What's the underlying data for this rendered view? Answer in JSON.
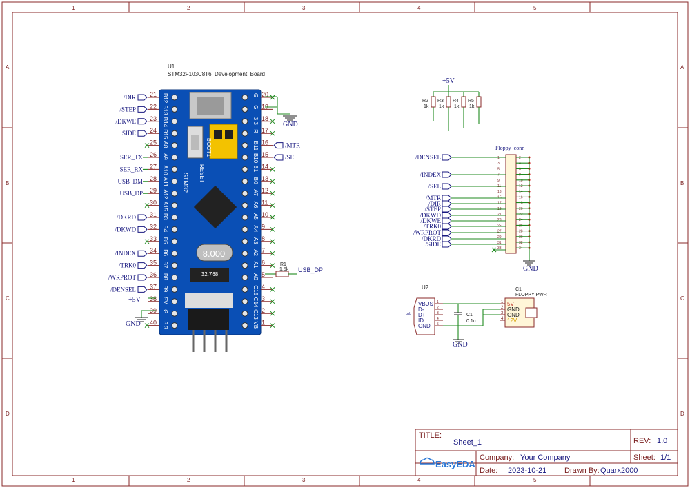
{
  "frame": {
    "columns": [
      "1",
      "2",
      "3",
      "4",
      "5"
    ],
    "rows": [
      "A",
      "B",
      "C",
      "D"
    ]
  },
  "u1": {
    "ref": "U1",
    "part": "STM32F103C8T6_Development_Board",
    "left_pins": [
      {
        "num": "21",
        "net": "/DIR"
      },
      {
        "num": "22",
        "net": "/STEP"
      },
      {
        "num": "23",
        "net": "/DKWE"
      },
      {
        "num": "24",
        "net": "SIDE"
      },
      {
        "num": "25",
        "net": ""
      },
      {
        "num": "26",
        "net": "SER_TX"
      },
      {
        "num": "27",
        "net": "SER_RX"
      },
      {
        "num": "28",
        "net": "USB_DM"
      },
      {
        "num": "29",
        "net": "USB_DP"
      },
      {
        "num": "30",
        "net": ""
      },
      {
        "num": "31",
        "net": "/DKRD"
      },
      {
        "num": "32",
        "net": "/DKWD"
      },
      {
        "num": "33",
        "net": ""
      },
      {
        "num": "34",
        "net": "/INDEX"
      },
      {
        "num": "35",
        "net": "/TRK0"
      },
      {
        "num": "36",
        "net": "/WRPROT"
      },
      {
        "num": "37",
        "net": "/DENSEL"
      },
      {
        "num": "38",
        "net": "+5V"
      },
      {
        "num": "39",
        "net": "GND"
      },
      {
        "num": "40",
        "net": ""
      }
    ],
    "right_pins": [
      {
        "num": "20",
        "net": ""
      },
      {
        "num": "19",
        "net": "GND"
      },
      {
        "num": "18",
        "net": ""
      },
      {
        "num": "17",
        "net": ""
      },
      {
        "num": "16",
        "net": "/MTR"
      },
      {
        "num": "15",
        "net": "/SEL"
      },
      {
        "num": "14",
        "net": ""
      },
      {
        "num": "13",
        "net": ""
      },
      {
        "num": "12",
        "net": ""
      },
      {
        "num": "11",
        "net": ""
      },
      {
        "num": "10",
        "net": ""
      },
      {
        "num": "9",
        "net": ""
      },
      {
        "num": "8",
        "net": ""
      },
      {
        "num": "7",
        "net": ""
      },
      {
        "num": "6",
        "net": ""
      },
      {
        "num": "5",
        "net": "USB_DP"
      },
      {
        "num": "4",
        "net": ""
      },
      {
        "num": "3",
        "net": ""
      },
      {
        "num": "2",
        "net": ""
      },
      {
        "num": "1",
        "net": ""
      }
    ],
    "board_left_labels": [
      "B12",
      "B13",
      "B14",
      "B15",
      "A8",
      "A9",
      "A10",
      "A11",
      "A12",
      "A15",
      "B3",
      "B4",
      "B5",
      "B6",
      "B7",
      "B8",
      "B9",
      "5V",
      "G",
      "3.3"
    ],
    "board_right_labels": [
      "G",
      "G",
      "3.3",
      "R",
      "B11",
      "B10",
      "B1",
      "B0",
      "A7",
      "A6",
      "A5",
      "A4",
      "A3",
      "A2",
      "A1",
      "A0",
      "C15",
      "C14",
      "C13",
      "VB"
    ],
    "crystal": "8.000",
    "crystal2": "32.768",
    "reset": "RESET",
    "boot": "BOOT1",
    "brand": "STM32"
  },
  "r1": {
    "ref": "R1",
    "value": "1.5k",
    "net": "USB_DP"
  },
  "gnd_label": "GND",
  "plus5v": "+5V",
  "pullups": [
    {
      "ref": "R2",
      "value": "1k"
    },
    {
      "ref": "R3",
      "value": "1k"
    },
    {
      "ref": "R4",
      "value": "1k"
    },
    {
      "ref": "R5",
      "value": "1k"
    }
  ],
  "floppy": {
    "name": "Floppy_conn",
    "odd_pins": [
      "1",
      "3",
      "5",
      "7",
      "9",
      "11",
      "13",
      "15",
      "17",
      "19",
      "21",
      "23",
      "25",
      "27",
      "29",
      "31",
      "33"
    ],
    "even_pins": [
      "2",
      "4",
      "6",
      "8",
      "10",
      "12",
      "14",
      "16",
      "18",
      "20",
      "22",
      "24",
      "26",
      "28",
      "30",
      "32",
      "34"
    ],
    "nets": [
      "/DENSEL",
      "/INDEX",
      "/SEL",
      "/MTR",
      "/DIR",
      "/STEP",
      "/DKWD",
      "/DKWE",
      "/TRK0",
      "/WRPROT",
      "/DKRD",
      "/SIDE"
    ]
  },
  "u2": {
    "ref": "U2",
    "pins": [
      "VBUS",
      "D-",
      "D+",
      "ID",
      "GND"
    ],
    "nums": [
      "1",
      "2",
      "3",
      "4",
      "5"
    ],
    "tag": "usb"
  },
  "c1cap": {
    "ref": "C1",
    "value": "0.1u"
  },
  "pwr": {
    "ref": "C1",
    "name": "FLOPPY PWR",
    "pins": [
      "1",
      "2",
      "3",
      "4"
    ],
    "labels": [
      "5V",
      "GND",
      "GND",
      "12V"
    ]
  },
  "title_block": {
    "title_label": "TITLE:",
    "title": "Sheet_1",
    "rev_label": "REV:",
    "rev": "1.0",
    "company_label": "Company:",
    "company": "Your Company",
    "sheet_label": "Sheet:",
    "sheet": "1/1",
    "date_label": "Date:",
    "date": "2023-10-21",
    "drawn_label": "Drawn By:",
    "drawn": "Quarx2000",
    "logo": "EasyEDA"
  }
}
